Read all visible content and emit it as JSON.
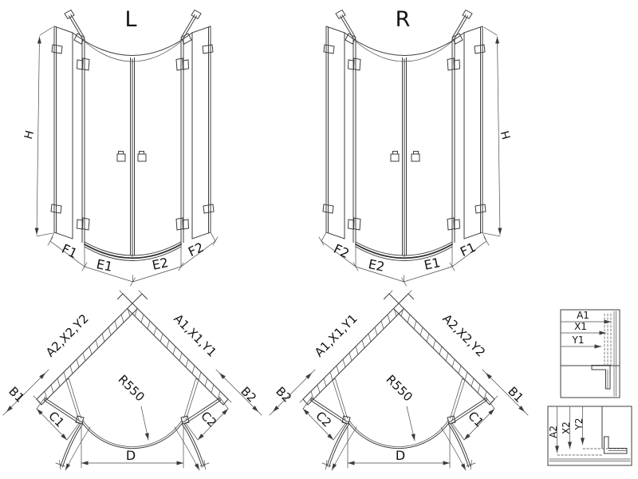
{
  "colors": {
    "line": "#3d3d3d",
    "text": "#141414",
    "background": "#ffffff"
  },
  "perspective_left": {
    "title": "L",
    "height_dim": "H",
    "bottom_dims": [
      "F1",
      "E1",
      "E2",
      "F2"
    ]
  },
  "perspective_right": {
    "title": "R",
    "height_dim": "H",
    "bottom_dims": [
      "F2",
      "E2",
      "E1",
      "F1"
    ]
  },
  "plan_left": {
    "wall_left": "A2,X2,Y2",
    "wall_right": "A1,X1,Y1",
    "outer_left": "B1",
    "inner_left": "C1",
    "inner_right": "C2",
    "outer_right": "B2",
    "radius": "R550",
    "width": "D"
  },
  "plan_right": {
    "wall_left": "A1,X1,Y1",
    "wall_right": "A2,X2,Y2",
    "outer_left": "B2",
    "inner_left": "C2",
    "inner_right": "C1",
    "outer_right": "B1",
    "radius": "R550",
    "width": "D"
  },
  "detail_panel_top": {
    "dims": [
      "A1",
      "X1",
      "Y1"
    ]
  },
  "detail_panel_bottom": {
    "dims": [
      "A2",
      "X2",
      "Y2"
    ]
  }
}
